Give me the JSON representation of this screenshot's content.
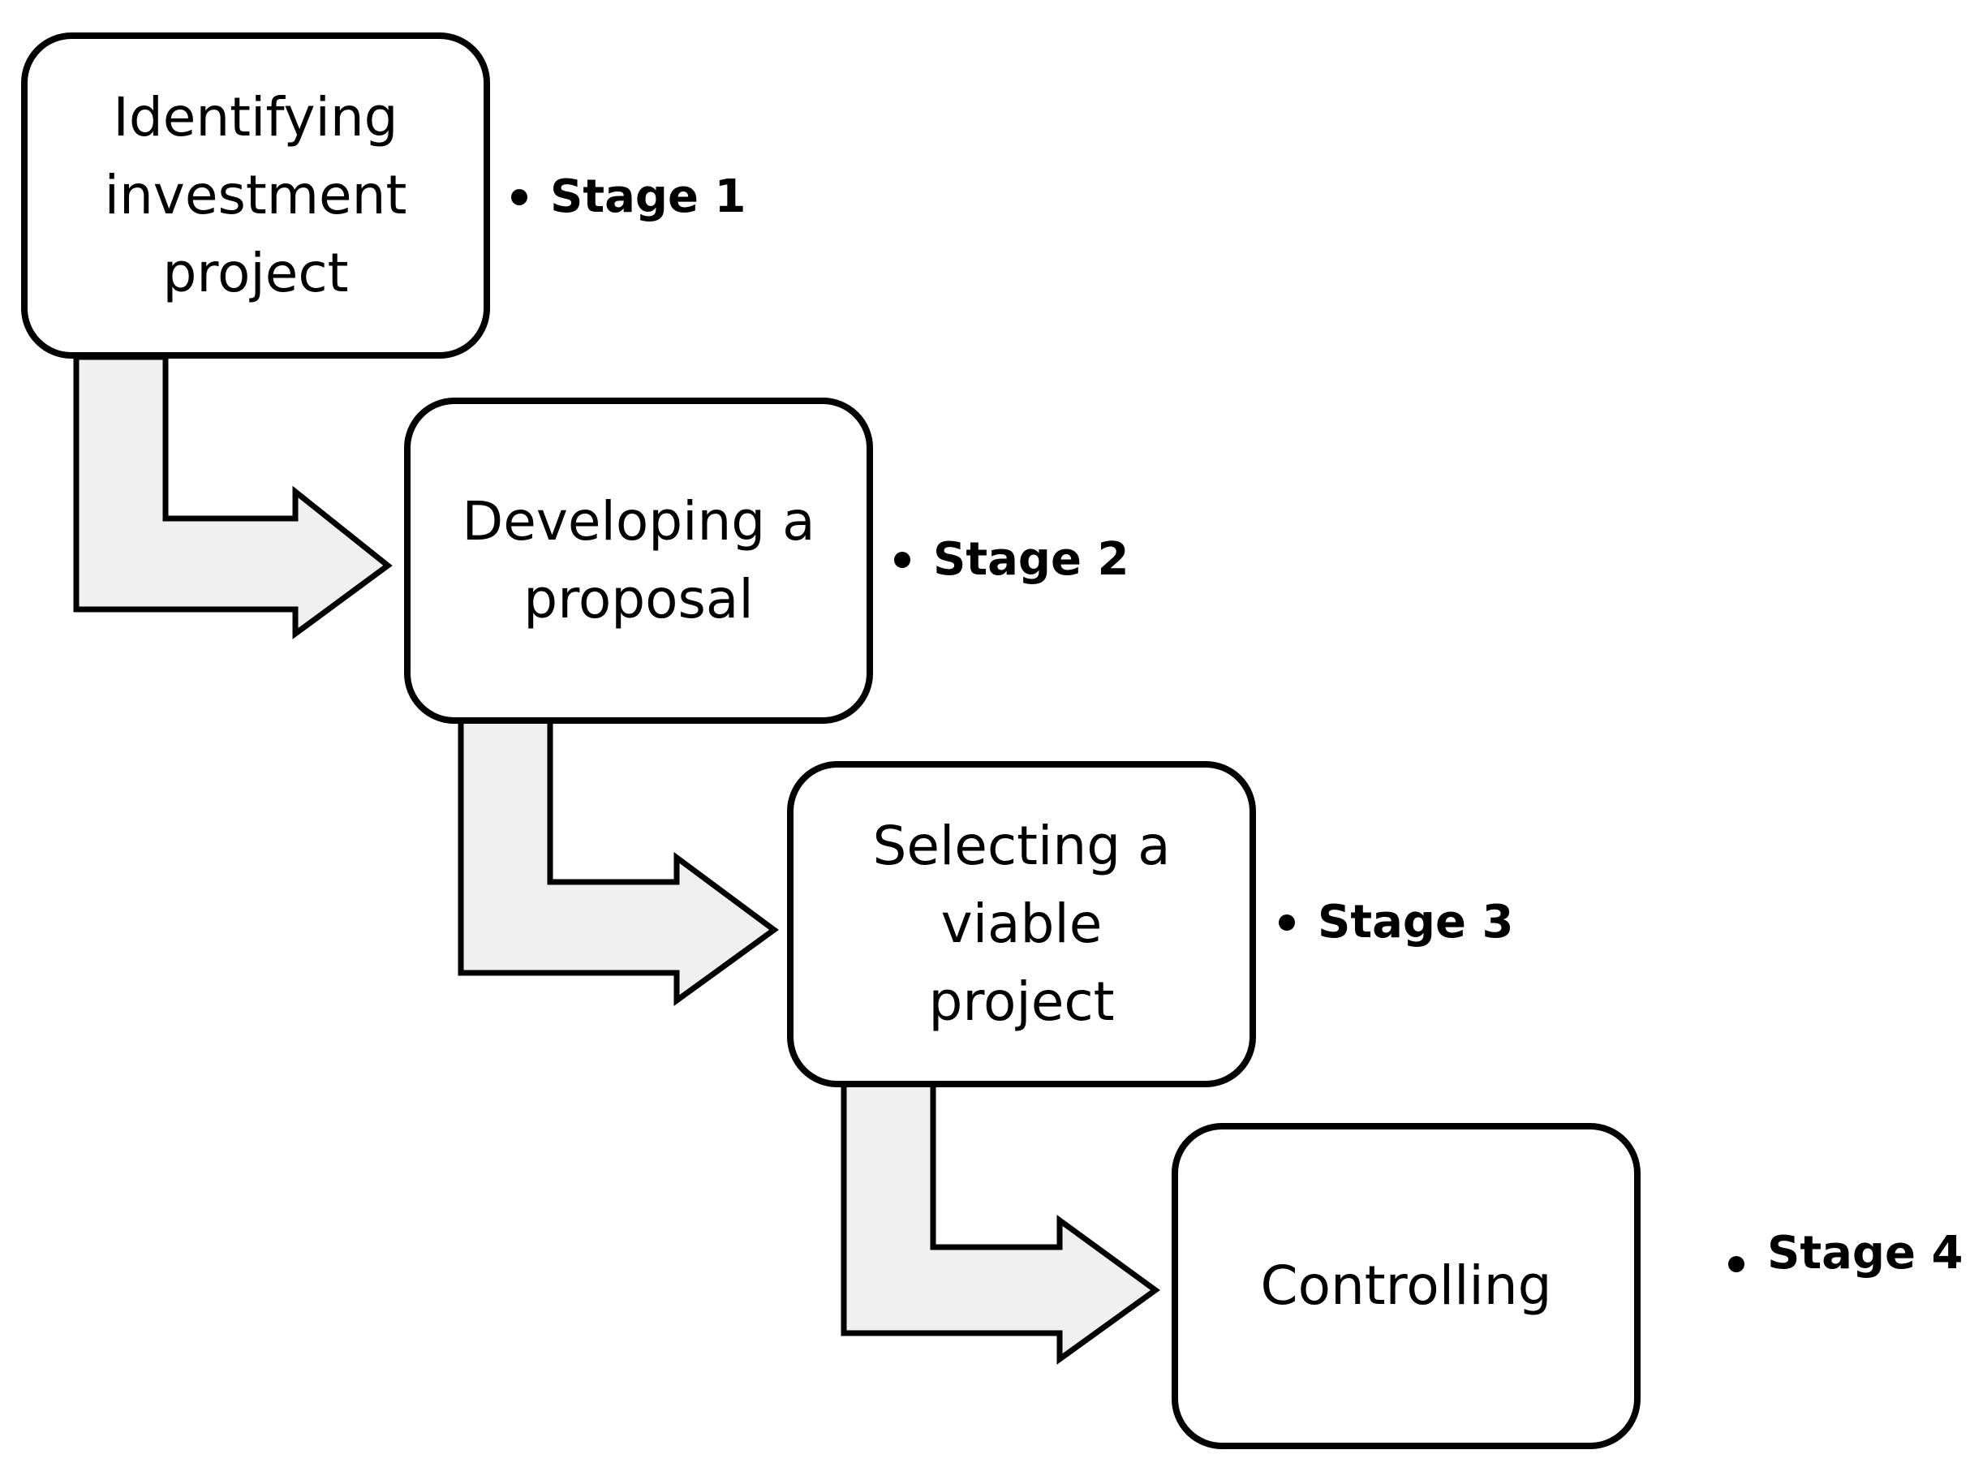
{
  "stages": [
    {
      "title": "Identifying\ninvestment\nproject",
      "label": "Stage 1"
    },
    {
      "title": "Developing a\nproposal",
      "label": "Stage 2"
    },
    {
      "title": "Selecting a\nviable\nproject",
      "label": "Stage 3"
    },
    {
      "title": "Controlling",
      "label": "Stage 4"
    }
  ],
  "colors": {
    "box_border": "#000000",
    "box_fill": "#ffffff",
    "arrow_fill": "#f0f0f0",
    "text": "#000000"
  }
}
